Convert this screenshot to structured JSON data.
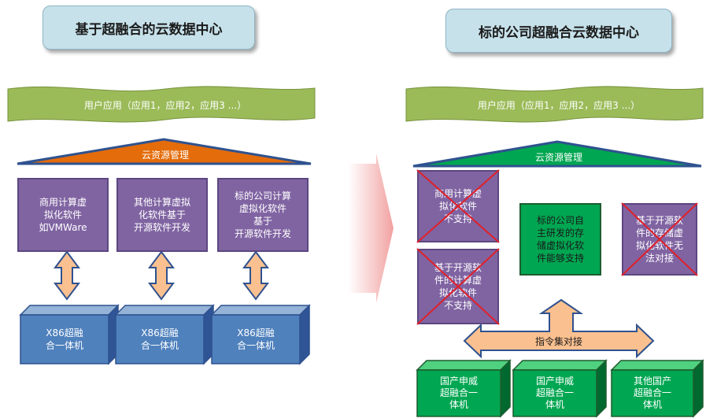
{
  "left": {
    "title": "基于超融合的云数据中心",
    "banner": "用户应用（应用1，应用2，应用3 ...）",
    "mgmt": "云资源管理",
    "software": [
      "商用计算虚\n拟化软件\n如VMWare",
      "其他计算虚拟\n化软件基于\n开源软件开发",
      "标的公司计算\n虚拟化软件\n基于\n开源软件开发"
    ],
    "hardware": [
      "X86超融\n合一体机",
      "X86超融\n合一体机",
      "X86超融\n合一体机"
    ]
  },
  "right": {
    "title": "标的公司超融合云数据中心",
    "banner": "用户应用（应用1，应用2，应用3 ...）",
    "mgmt": "云资源管理",
    "unsupported_1": "商用计算虚\n拟化软件\n不支持",
    "unsupported_2": "基于开源软\n件的计算虚\n拟化软件\n不支持",
    "supported": "标的公司自\n主研发的存\n储虚拟化软\n件能够支持",
    "unsupported_3": "基于开源软\n件的存储虚\n拟化软件无\n法对接",
    "instruction": "指令集对接",
    "hardware": [
      "国产申威\n超融合一\n体机",
      "国产申威\n超融合一\n体机",
      "其他国产\n超融合一\n体机"
    ]
  },
  "colors": {
    "banner_green": "#9bbb59",
    "left_mgmt": "#e46c0a",
    "right_mgmt": "#00a651",
    "purple": "#8064a2",
    "blue_cube": "#4f81bd",
    "green_cube": "#00a651",
    "arrow_fill": "#fac090",
    "cross": "#e0202a"
  }
}
